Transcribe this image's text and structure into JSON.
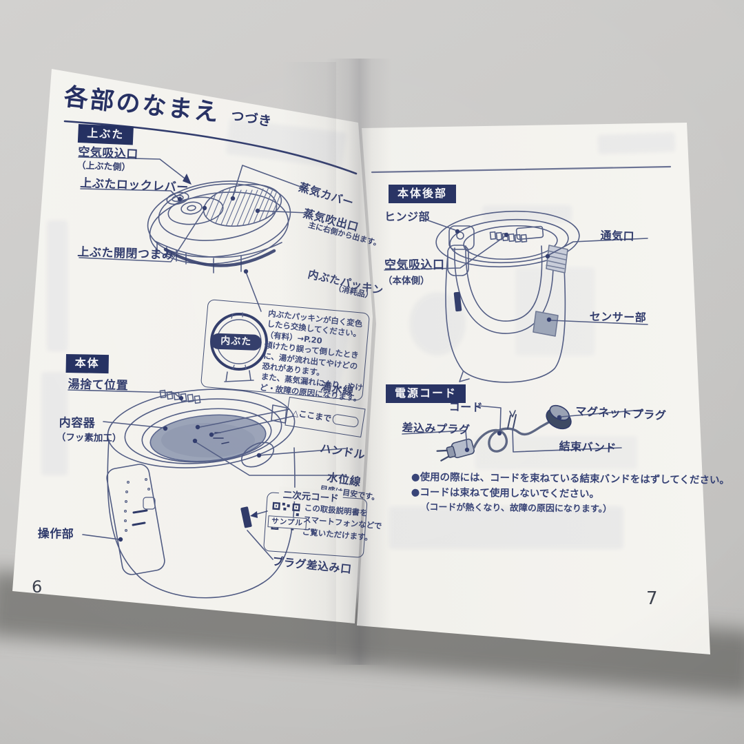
{
  "colors": {
    "ink": "#2c3769",
    "badge_bg": "#202c5e",
    "badge_text": "#f5f5f7",
    "page": "#f2f1ec",
    "diagram_stroke": "#4d5880",
    "inner_container_fill": "#98a1b6",
    "photo_background": "#c9c8c6"
  },
  "page_left": {
    "page_number": "6",
    "title": "各部のなまえ",
    "title_suffix": "つづき",
    "lid_section": {
      "badge": "上ぶた",
      "air_intake": "空気吸込口",
      "air_intake_sub": "（上ぶた側）",
      "lock_lever": "上ぶたロックレバー",
      "open_close_knob": "上ぶた開閉つまみ",
      "steam_cover": "蒸気カバー",
      "steam_outlet": "蒸気吹出口",
      "steam_outlet_sub": "主に右側から出ます。",
      "inner_lid_packing": "内ぶたパッキン",
      "inner_lid_packing_sub": "（消耗品）",
      "inner_lid_badge": "内ぶた",
      "note_lines": [
        "内ぶたパッキンが白く変色",
        "したら交換してください。",
        "（有料）→P.20",
        "傾けたり誤って倒したとき",
        "に、湯が流れ出てやけどの",
        "恐れがあります。",
        "また、蒸気漏れにより、やけ",
        "ど・故障の原因になります。"
      ]
    },
    "body_section": {
      "badge": "本体",
      "pour_position": "湯捨て位置",
      "inner_container": "内容器",
      "inner_container_sub": "（フッ素加工）",
      "full_water_line": "満水線",
      "full_water_box": "△ここまで",
      "handle": "ハンドル",
      "water_level_line": "水位線",
      "water_level_sub": "目盛は目安です。",
      "qr_title": "二次元コード",
      "qr_sample": "サンプル",
      "qr_lines": [
        "この取扱説明書を",
        "スマートフォンなどで",
        "ご覧いただけます。"
      ],
      "control_panel": "操作部",
      "plug_inlet": "プラグ差込み口"
    }
  },
  "page_right": {
    "page_number": "7",
    "rear_section": {
      "badge": "本体後部",
      "hinge": "ヒンジ部",
      "air_intake": "空気吸込口",
      "air_intake_sub": "（本体側）",
      "vent": "通気口",
      "sensor": "センサー部"
    },
    "cord_section": {
      "badge": "電源コード",
      "cord": "コード",
      "plug": "差込みプラグ",
      "magnet_plug": "マグネットプラグ",
      "tie_band": "結束バンド",
      "notes": [
        "●使用の際には、コードを束ねている結束バンドをはずしてください。",
        "●コードは束ねて使用しないでください。",
        "（コードが熱くなり、故障の原因になります。）"
      ]
    }
  }
}
